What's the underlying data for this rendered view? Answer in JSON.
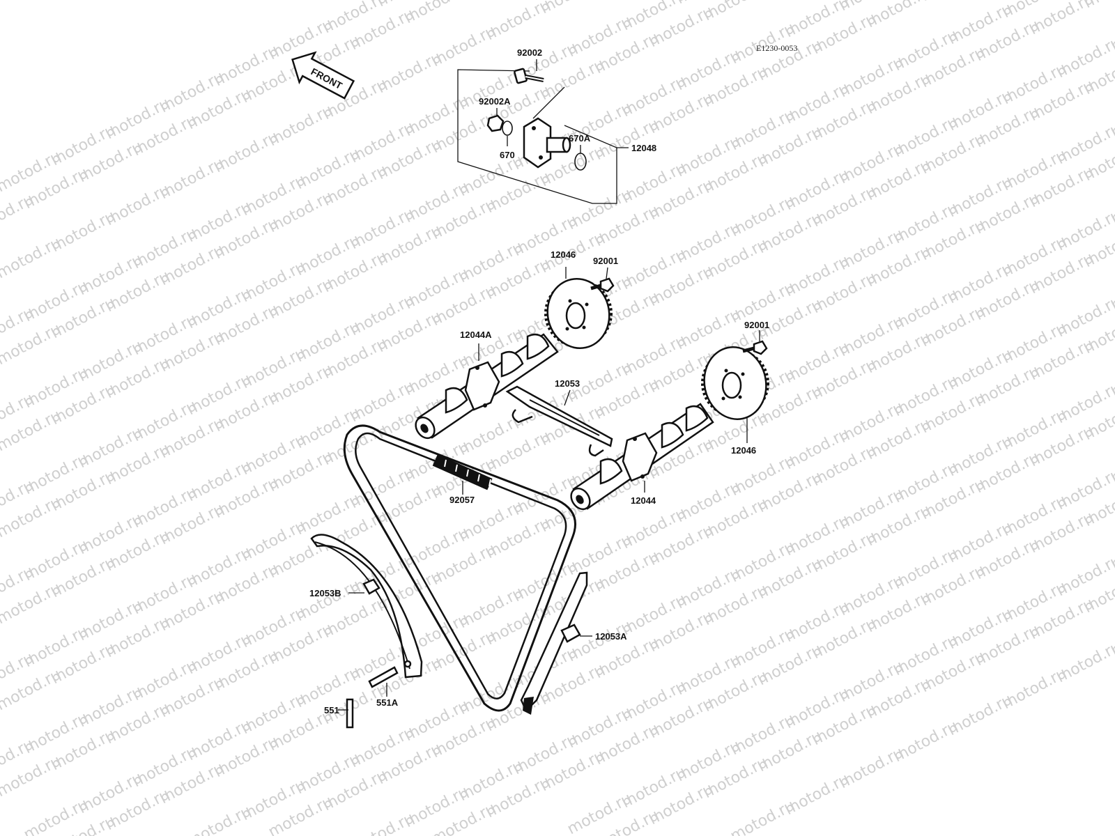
{
  "drawing_code": "E1230-0053",
  "watermark": "motod.ru",
  "direction_arrow": "FRONT",
  "callouts": [
    {
      "id": "c-92002",
      "label": "92002"
    },
    {
      "id": "c-92002a",
      "label": "92002A"
    },
    {
      "id": "c-670",
      "label": "670"
    },
    {
      "id": "c-670a",
      "label": "670A"
    },
    {
      "id": "c-12048",
      "label": "12048"
    },
    {
      "id": "c-12046-top",
      "label": "12046"
    },
    {
      "id": "c-92001-top",
      "label": "92001"
    },
    {
      "id": "c-92001-right",
      "label": "92001"
    },
    {
      "id": "c-12044a",
      "label": "12044A"
    },
    {
      "id": "c-12053",
      "label": "12053"
    },
    {
      "id": "c-12046-right",
      "label": "12046"
    },
    {
      "id": "c-92057",
      "label": "92057"
    },
    {
      "id": "c-12044",
      "label": "12044"
    },
    {
      "id": "c-12053b",
      "label": "12053B"
    },
    {
      "id": "c-12053a",
      "label": "12053A"
    },
    {
      "id": "c-551",
      "label": "551"
    },
    {
      "id": "c-551a",
      "label": "551A"
    }
  ],
  "colors": {
    "ink": "#111111",
    "background": "#ffffff",
    "watermark": "#cfcfcf"
  }
}
